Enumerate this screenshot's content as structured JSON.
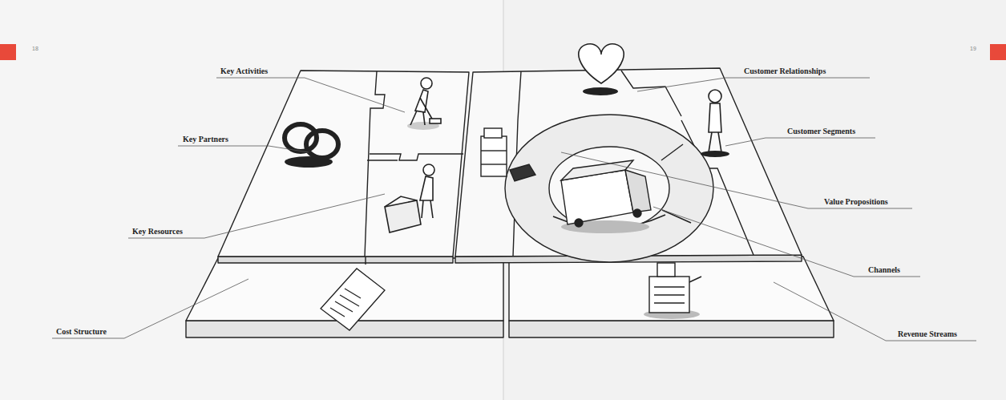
{
  "diagram": {
    "labels": [
      "Key Activities",
      "Key Partners",
      "Key Resources",
      "Cost Structure",
      "Customer Relationships",
      "Customer Segments",
      "Value Propositions",
      "Channels",
      "Revenue Streams",
      "18",
      "19"
    ]
  }
}
